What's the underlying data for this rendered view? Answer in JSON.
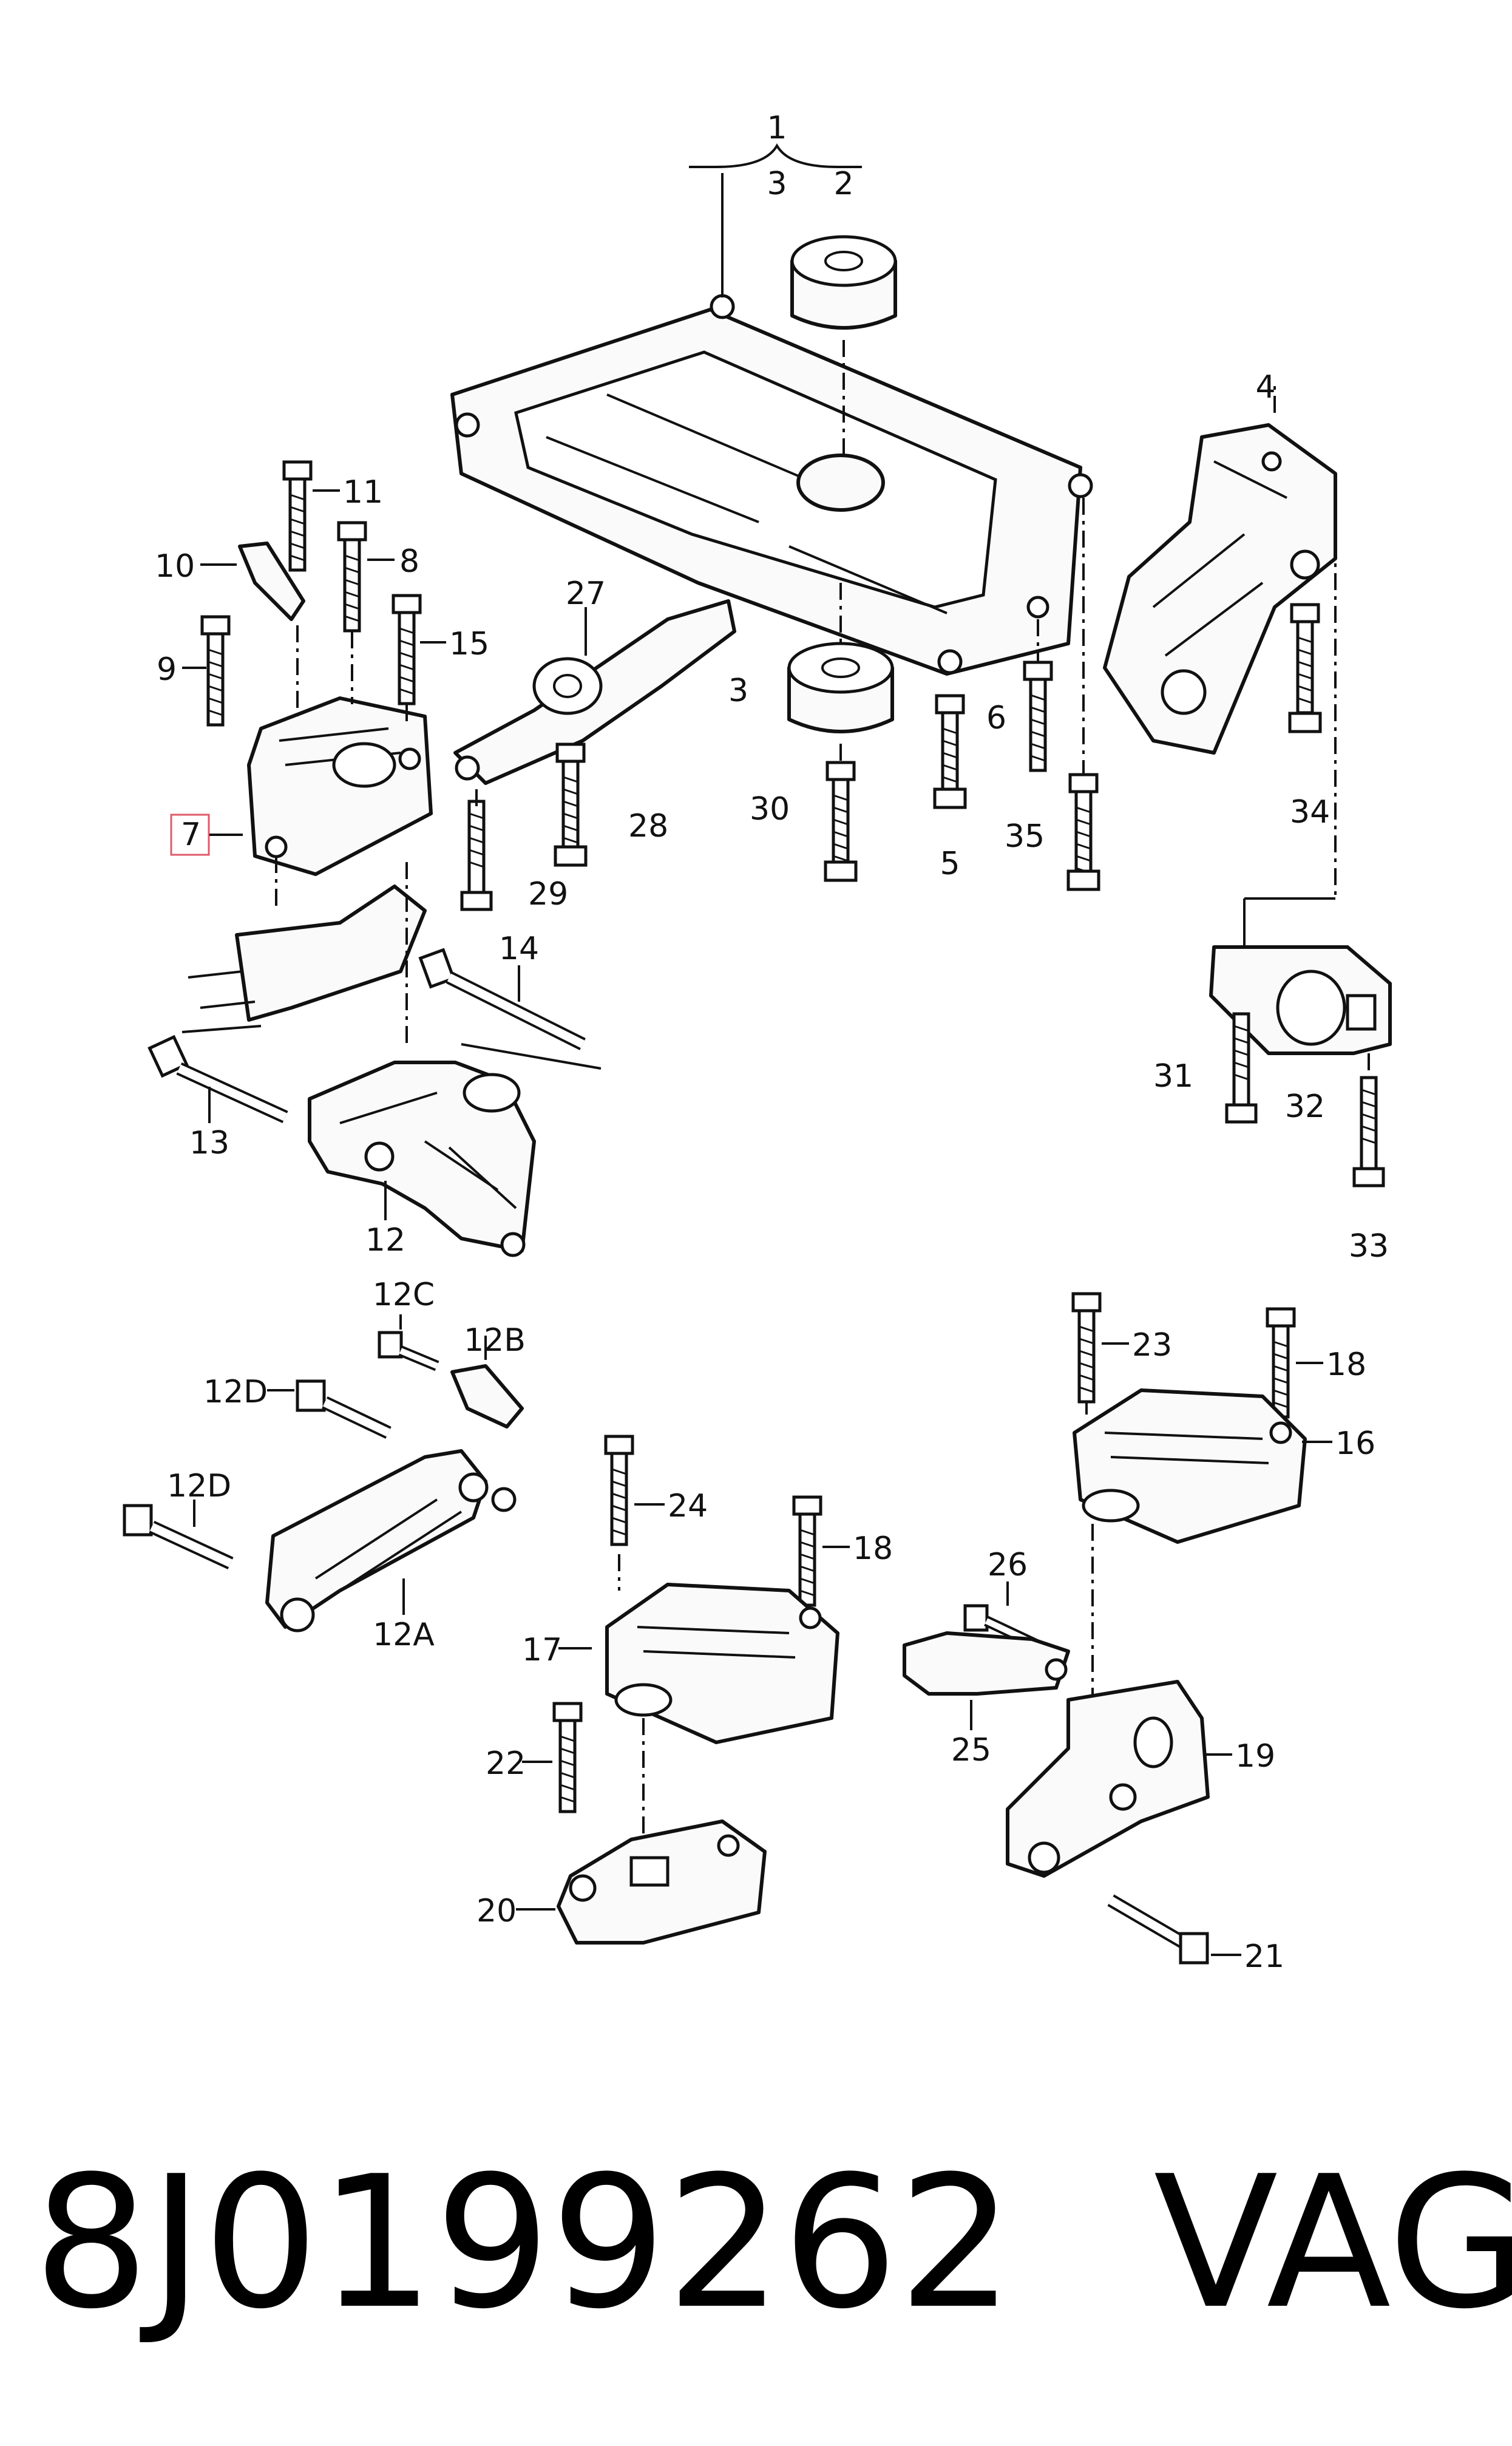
{
  "callouts": {
    "c1": "1",
    "c2": "2",
    "c3a": "3",
    "c3b": "3",
    "c4": "4",
    "c5": "5",
    "c6": "6",
    "c7": "7",
    "c8": "8",
    "c9": "9",
    "c10": "10",
    "c11": "11",
    "c12": "12",
    "c12A": "12A",
    "c12B": "12B",
    "c12C": "12C",
    "c12D_a": "12D",
    "c12D_b": "12D",
    "c13": "13",
    "c14": "14",
    "c15": "15",
    "c16": "16",
    "c17": "17",
    "c18a": "18",
    "c18b": "18",
    "c19": "19",
    "c20": "20",
    "c21": "21",
    "c22": "22",
    "c23": "23",
    "c24": "24",
    "c25": "25",
    "c26": "26",
    "c27": "27",
    "c28": "28",
    "c29": "29",
    "c30": "30",
    "c31": "31",
    "c32": "32",
    "c33": "33",
    "c34": "34",
    "c35": "35"
  },
  "footer": {
    "part_number": "8J0199262",
    "brand": "VAG"
  },
  "highlight_color": "#e05a6a"
}
